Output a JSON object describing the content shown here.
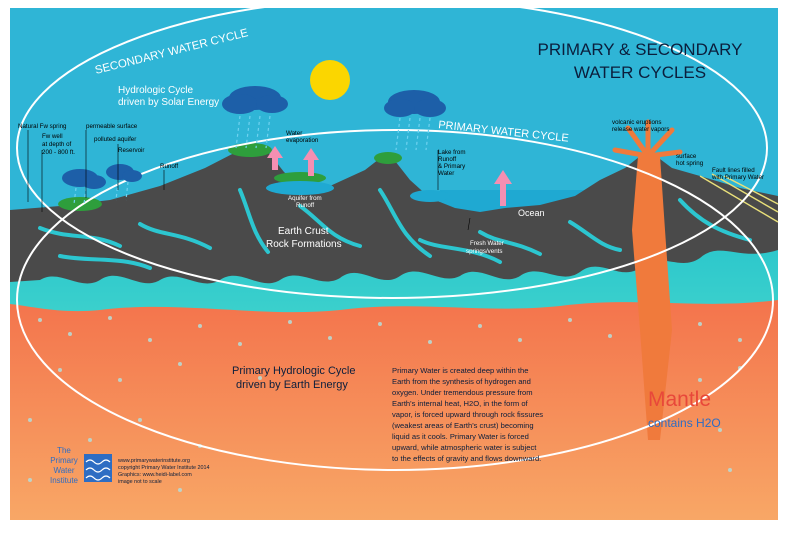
{
  "title": {
    "line1": "PRIMARY & SECONDARY",
    "line2": "WATER CYCLES"
  },
  "cycle_labels": {
    "secondary": "SECONDARY WATER CYCLE",
    "primary": "PRIMARY WATER CYCLE"
  },
  "hydrologic_solar": {
    "line1": "Hydrologic Cycle",
    "line2": "driven by Solar Energy"
  },
  "earth_crust": {
    "line1": "Earth Crust",
    "line2": "Rock Formations"
  },
  "ocean": "Ocean",
  "primary_hydrologic": {
    "line1": "Primary Hydrologic Cycle",
    "line2": "driven by Earth Energy"
  },
  "annotations": {
    "natural_spring": "Natural Fw spring",
    "fw_well_1": "Fw well",
    "fw_well_2": "at depth of",
    "fw_well_3": "200 - 800 ft.",
    "permeable_1": "permeable surface",
    "permeable_2": "polluted aquifer",
    "reservoir": "Reservoir",
    "runoff": "Runoff",
    "water_evap_1": "Water",
    "water_evap_2": "evaporation",
    "lake_1": "Lake from",
    "lake_2": "Runoff",
    "lake_3": "& Primary",
    "lake_4": "Water",
    "aquifer_1": "Aquifer from",
    "aquifer_2": "Runoff",
    "fresh_water_1": "Fresh Water",
    "fresh_water_2": "springs/vents",
    "volcanic_1": "volcanic eruptions",
    "volcanic_2": "release water vapors",
    "surface_1": "surface",
    "surface_2": "hot spring",
    "fault_1": "Fault lines filled",
    "fault_2": "with Primary Water"
  },
  "description": [
    "Primary Water is created deep within the",
    "Earth from the synthesis of hydrogen and",
    "oxygen.  Under tremendous pressure from",
    "Earth's internal heat, H2O, in the form of",
    "vapor, is forced upward through rock fissures",
    "(weakest areas of Earth's crust) becoming",
    "liquid as it cools.  Primary Water is forced",
    "upward, while atmospheric water is subject",
    "to the effects of gravity and flows downward."
  ],
  "mantle": {
    "word": "Mantle",
    "sub": "contains H2O"
  },
  "institute": {
    "line1": "The",
    "line2": "Primary",
    "line3": "Water",
    "line4": "Institute"
  },
  "credits": [
    "www.primarywaterinstitute.org",
    "copyright Primary Water Institute 2014",
    "Graphics: www.heidi-label.com",
    "image not to scale"
  ],
  "colors": {
    "sky": "#2FB5D6",
    "crust": "#4A4A4A",
    "water_band": "#27C9CE",
    "mantle_top": "#F47B4E",
    "mantle_bottom": "#F7A066",
    "sun": "#FBD600",
    "cloud": "#1D5FA8",
    "arrow": "#F58FB2",
    "mantle_text": "#E8483A",
    "mantle_sub": "#2E6DC3"
  }
}
